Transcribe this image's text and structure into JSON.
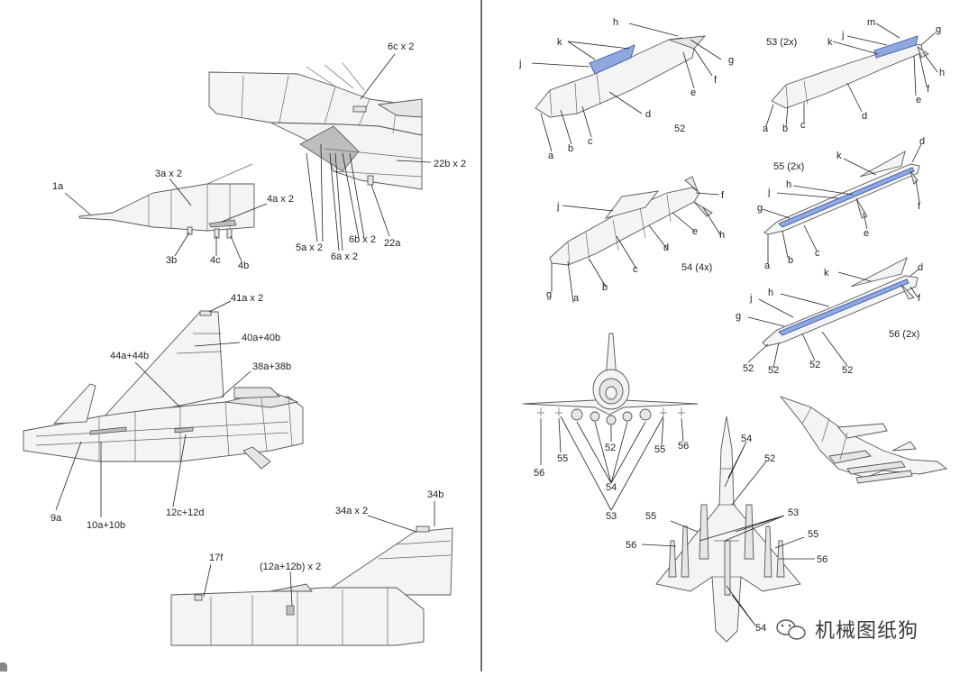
{
  "left_page": {
    "nose_labels": [
      "6c x 2",
      "22b x 2",
      "5a x 2",
      "6a x 2",
      "6b x 2",
      "22a"
    ],
    "drop_tank_labels": [
      "1a",
      "3a x 2",
      "4a x 2",
      "3b",
      "4c",
      "4b"
    ],
    "fuselage_labels": [
      "41a x 2",
      "40a+40b",
      "44a+44b",
      "38a+38b",
      "9a",
      "10a+10b",
      "12c+12d"
    ],
    "tail_labels": [
      "34b",
      "34a x 2",
      "17f",
      "(12a+12b) x 2"
    ]
  },
  "right_page": {
    "missile_52": {
      "title": "52",
      "labels": [
        "h",
        "k",
        "j",
        "g",
        "f",
        "e",
        "d",
        "a",
        "b",
        "c"
      ]
    },
    "missile_53": {
      "title": "53 (2x)",
      "labels": [
        "m",
        "g",
        "k",
        "j",
        "h",
        "f",
        "e",
        "d",
        "a",
        "b",
        "c"
      ]
    },
    "missile_54": {
      "title": "54 (4x)",
      "labels": [
        "j",
        "f",
        "e",
        "h",
        "d",
        "c",
        "g",
        "a",
        "b"
      ]
    },
    "missile_55": {
      "title": "55 (2x)",
      "labels": [
        "d",
        "k",
        "h",
        "j",
        "g",
        "f",
        "e",
        "c",
        "a",
        "b"
      ]
    },
    "missile_56": {
      "title": "56 (2x)",
      "labels": [
        "d",
        "k",
        "h",
        "f",
        "j",
        "g",
        "52",
        "52",
        "52",
        "52"
      ]
    },
    "front_view_labels": [
      "56",
      "55",
      "52",
      "55",
      "56",
      "54",
      "53"
    ],
    "top_view_labels": [
      "54",
      "52",
      "55",
      "56",
      "53",
      "55",
      "56",
      "54"
    ]
  },
  "watermark": {
    "text": "机械图纸狗"
  },
  "colors": {
    "highlight_blue": "#8fa8e0",
    "line": "#555555",
    "paper": "#ffffff"
  }
}
